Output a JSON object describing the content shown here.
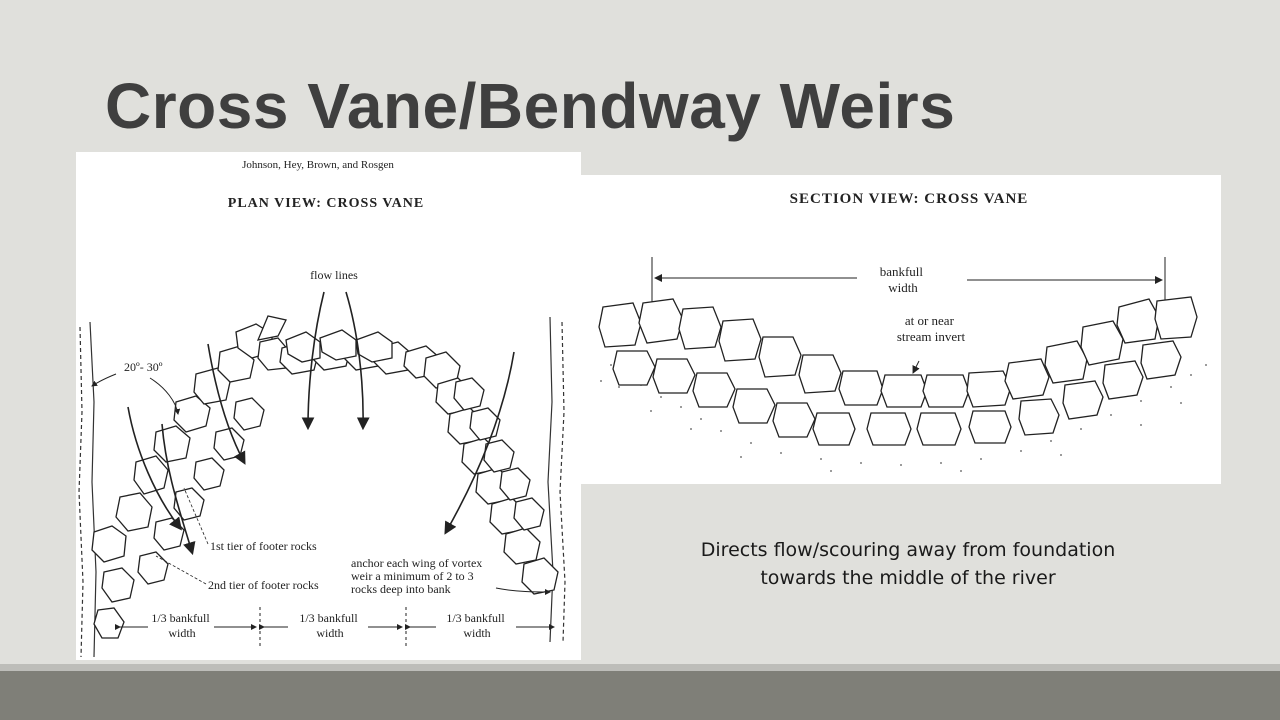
{
  "slide": {
    "title": "Cross Vane/Bendway Weirs",
    "caption_lines": [
      "Directs flow/scouring away from foundation",
      "towards the middle of the river"
    ]
  },
  "plan_view": {
    "authors": "Johnson, Hey, Brown, and Rosgen",
    "heading": "PLAN VIEW: CROSS VANE",
    "flow_label": "flow lines",
    "angle_label": "20º- 30º",
    "tier1_label": "1st tier of footer rocks",
    "tier2_label": "2nd tier of footer rocks",
    "anchor_label_lines": [
      "anchor each wing of vortex",
      "weir a minimum of 2 to 3",
      "rocks deep into bank"
    ],
    "width_labels": [
      {
        "line1": "1/3 bankfull",
        "line2": "width"
      },
      {
        "line1": "1/3 bankfull",
        "line2": "width"
      },
      {
        "line1": "1/3 bankfull",
        "line2": "width"
      }
    ]
  },
  "section_view": {
    "heading": "SECTION VIEW: CROSS VANE",
    "width_label_lines": [
      "bankfull",
      "width"
    ],
    "invert_label_lines": [
      "at or near",
      "stream invert"
    ]
  },
  "colors": {
    "background": "#e0e0dc",
    "title": "#3f3f3f",
    "band": "#7f7f78",
    "band_light": "#bdbdb9",
    "ink": "#222222"
  }
}
